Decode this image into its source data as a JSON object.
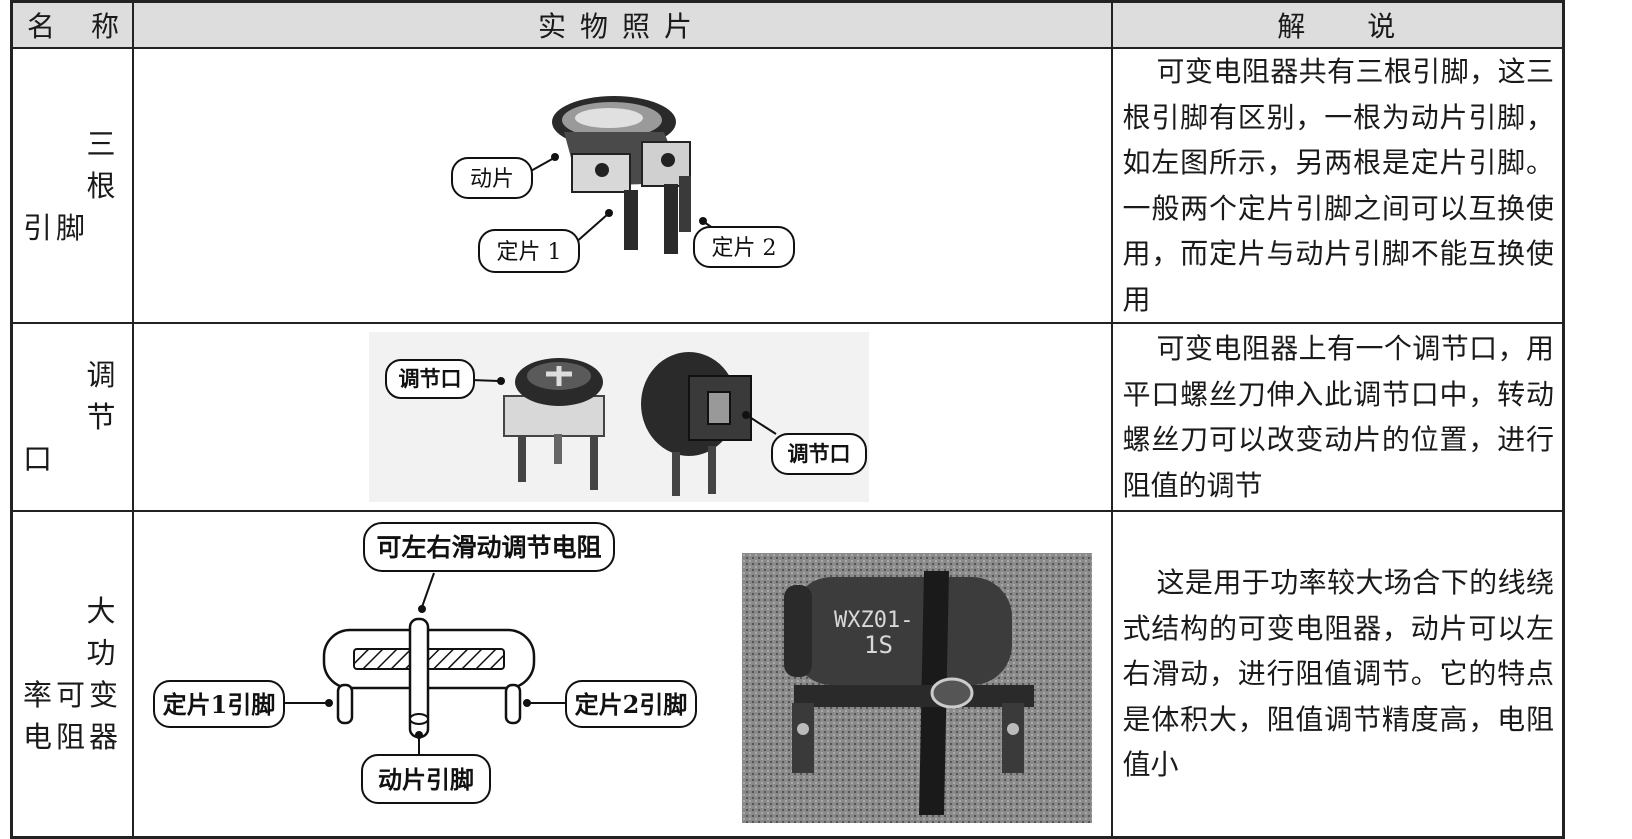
{
  "header": {
    "name_col": [
      "名",
      "称"
    ],
    "photo_col": "实物照片",
    "desc_col": [
      "解",
      "说"
    ]
  },
  "rows": [
    {
      "name_first": "三 根",
      "name_rest": "引脚",
      "labels": {
        "wiper": "动片",
        "fixed1": "定片 1",
        "fixed2": "定片 2"
      },
      "description": "可变电阻器共有三根引脚，这三根引脚有区别，一根为动片引脚，如左图所示，另两根是定片引脚。一般两个定片引脚之间可以互换使用，而定片与动片引脚不能互换使用"
    },
    {
      "name_first": "调 节",
      "name_rest": "口",
      "labels": {
        "left": "调节口",
        "right": "调节口"
      },
      "description": "可变电阻器上有一个调节口，用平口螺丝刀伸入此调节口中，转动螺丝刀可以改变动片的位置，进行阻值的调节"
    },
    {
      "name_first": "大 功",
      "name_rest": "率可变电阻器",
      "labels": {
        "top": "可左右滑动调节电阻",
        "left": "定片1引脚",
        "right": "定片2引脚",
        "bottom": "动片引脚"
      },
      "photo_marking": [
        "WXZ01-",
        "1S"
      ],
      "description": "这是用于功率较大场合下的线绕式结构的可变电阻器，动片可以左右滑动，进行阻值调节。它的特点是体积大，阻值调节精度高，电阻值小"
    }
  ]
}
